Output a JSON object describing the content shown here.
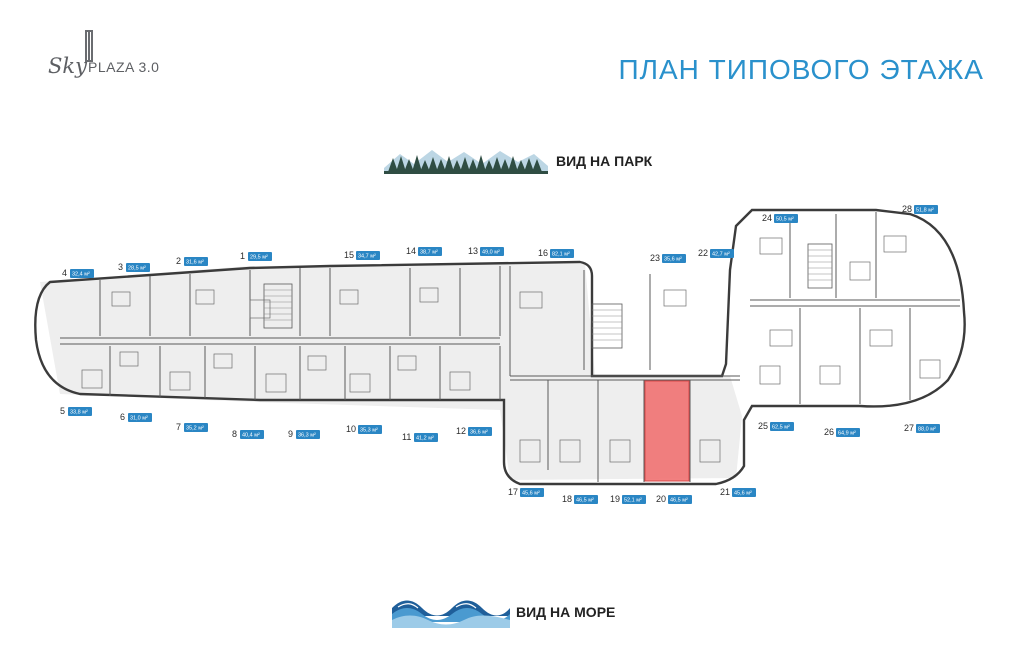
{
  "logo": {
    "word1": "Sky",
    "word2": "PLAZA 3.0"
  },
  "page_title": "ПЛАН ТИПОВОГО ЭТАЖА",
  "views": {
    "park": "ВИД НА ПАРК",
    "sea": "ВИД НА МОРЕ"
  },
  "colors": {
    "accent": "#2a91cc",
    "badge": "#2a86c4",
    "highlight": "#f06a6a",
    "wall": "#3b3b3b"
  },
  "highlighted_unit": "20",
  "units": [
    {
      "num": "1",
      "area": "29,5 м²"
    },
    {
      "num": "2",
      "area": "31,6 м²"
    },
    {
      "num": "3",
      "area": "28,5 м²"
    },
    {
      "num": "4",
      "area": "32,4 м²"
    },
    {
      "num": "5",
      "area": "33,8 м²"
    },
    {
      "num": "6",
      "area": "31,0 м²"
    },
    {
      "num": "7",
      "area": "35,2 м²"
    },
    {
      "num": "8",
      "area": "40,4 м²"
    },
    {
      "num": "9",
      "area": "36,3 м²"
    },
    {
      "num": "10",
      "area": "35,3 м²"
    },
    {
      "num": "11",
      "area": "41,2 м²"
    },
    {
      "num": "12",
      "area": "36,6 м²"
    },
    {
      "num": "13",
      "area": "49,0 м²"
    },
    {
      "num": "14",
      "area": "38,7 м²"
    },
    {
      "num": "15",
      "area": "34,7 м²"
    },
    {
      "num": "16",
      "area": "82,1 м²"
    },
    {
      "num": "17",
      "area": "45,6 м²"
    },
    {
      "num": "18",
      "area": "46,5 м²"
    },
    {
      "num": "19",
      "area": "52,1 м²"
    },
    {
      "num": "20",
      "area": "46,5 м²"
    },
    {
      "num": "21",
      "area": "45,6 м²"
    },
    {
      "num": "22",
      "area": "42,7 м²"
    },
    {
      "num": "23",
      "area": "35,6 м²"
    },
    {
      "num": "24",
      "area": "50,5 м²"
    },
    {
      "num": "25",
      "area": "62,5 м²"
    },
    {
      "num": "26",
      "area": "64,9 м²"
    },
    {
      "num": "27",
      "area": "88,0 м²"
    },
    {
      "num": "28",
      "area": "51,8 м²"
    }
  ]
}
